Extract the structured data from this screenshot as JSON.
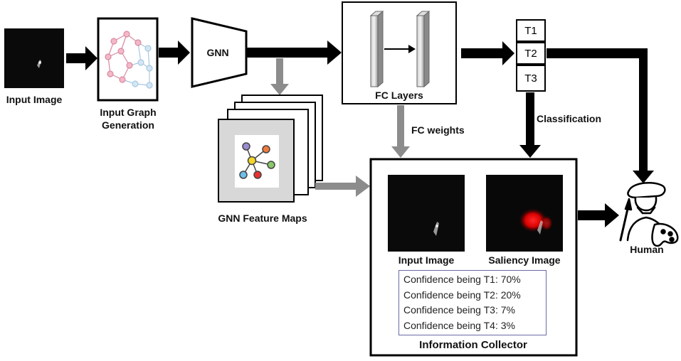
{
  "labels": {
    "input_image": "Input Image",
    "input_graph_generation": "Input Graph\nGeneration",
    "gnn": "GNN",
    "fc_layers": "FC Layers",
    "gnn_feature_maps": "GNN Feature Maps",
    "fc_weights": "FC weights",
    "classification": "Classification",
    "collector_input_image": "Input Image",
    "saliency_image": "Saliency Image",
    "information_collector": "Information Collector",
    "human": "Human"
  },
  "classes": [
    "T1",
    "T2",
    "T3"
  ],
  "confidences": [
    "Confidence being T1: 70%",
    "Confidence being T2: 20%",
    "Confidence being T3: 7%",
    "Confidence being T4: 3%"
  ],
  "colors": {
    "arrow_black": "#000000",
    "arrow_gray": "#8c8c8c",
    "saliency_red": "#ff1a1a",
    "conf_border": "#6a6aa8"
  }
}
